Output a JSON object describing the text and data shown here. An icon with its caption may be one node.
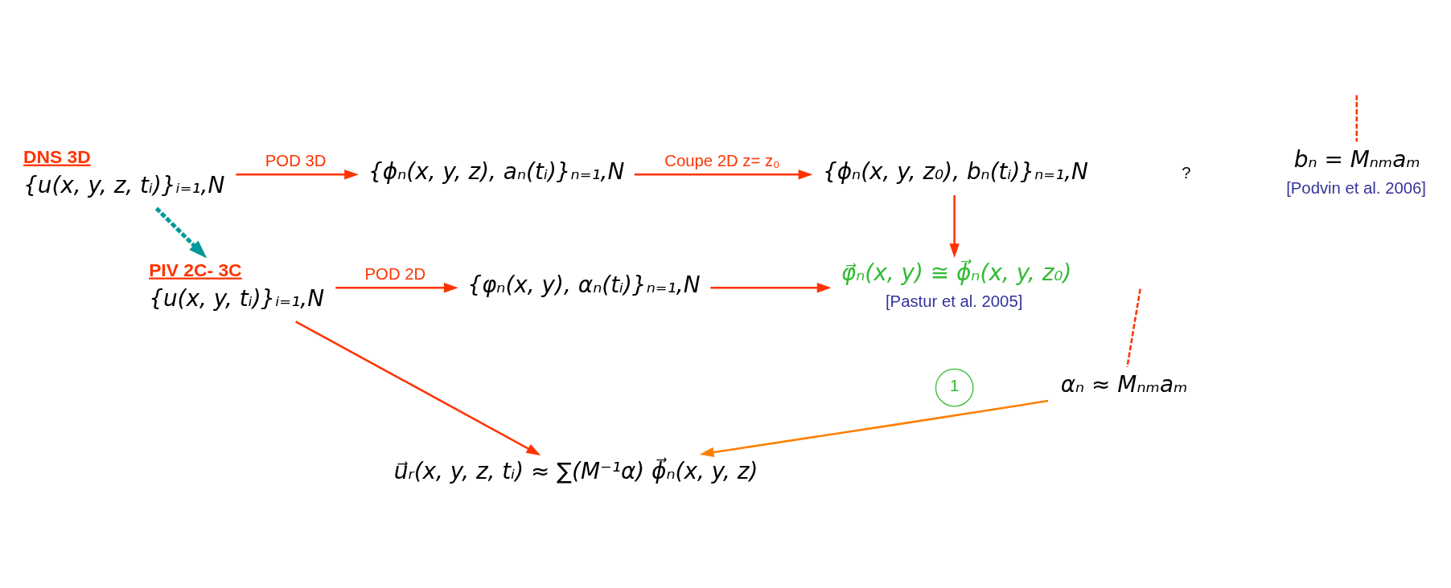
{
  "diagram": {
    "nodes": [
      {
        "text": [
          "DNS 3D",
          "{u(x, y, z, tᵢ)}ᵢ₌₁,N"
        ]
      },
      {
        "text": [
          "{ϕₙ(x, y, z), aₙ(tᵢ)}ₙ₌₁,N"
        ]
      },
      {
        "text": [
          "{ϕₙ(x, y, z₀), bₙ(tᵢ)}ₙ₌₁,N"
        ]
      },
      {
        "text": [
          "PIV 2C- 3C",
          "{u(x, y, tᵢ)}ᵢ₌₁,N"
        ]
      },
      {
        "text": [
          "{φₙ(x, y), αₙ(tᵢ)}ₙ₌₁,N"
        ]
      },
      {
        "text": [
          "φ⃗ₙ(x, y) ≅ ϕ⃗ₙ(x, y, z₀)"
        ],
        "beside": [
          "[Pastur et al. 2005]"
        ]
      },
      {
        "text": [
          "bₙ = Mₙₘaₘ"
        ],
        "beside": [
          "[Podvin et al. 2006]"
        ]
      },
      {
        "text": [
          "αₙ ≈ Mₙₘaₘ"
        ]
      },
      {
        "text": [
          "u⃗ᵣ(x, y, z, tᵢ) ≈ ∑(M⁻¹α) ϕ⃗ₙ(x, y, z)"
        ]
      }
    ],
    "edges": [
      {
        "from": 0,
        "to": 1,
        "arrow": "to",
        "label": "POD 3D"
      },
      {
        "from": 1,
        "to": 2,
        "arrow": "to",
        "label": "Coupe 2D z= z₀"
      },
      {
        "from": null,
        "to": 6,
        "arrow": "none",
        "style": "dashed"
      },
      {
        "from": 0,
        "to": 3,
        "arrow": "to",
        "style": "dashed",
        "color": "#009999"
      },
      {
        "from": 3,
        "to": 4,
        "arrow": "to",
        "label": "POD 2D"
      },
      {
        "from": 4,
        "to": 5,
        "arrow": "to"
      },
      {
        "from": null,
        "to": 7,
        "arrow": "none",
        "style": "dashed"
      },
      {
        "from": 2,
        "to": 5,
        "arrow": "to"
      },
      {
        "from": 7,
        "to": 8,
        "arrow": "to",
        "color": "#ff7f00"
      },
      {
        "from": 3,
        "to": 8,
        "arrow": "to"
      }
    ],
    "labels": [
      "?",
      "1"
    ]
  }
}
